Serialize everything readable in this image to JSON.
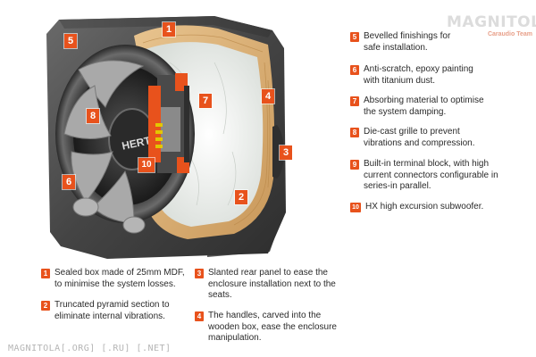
{
  "watermark": {
    "brand": "MAGNITOLA",
    "tagline": "Caraudio Team"
  },
  "footer": {
    "text": "MAGNITOLA[.ORG] [.RU] [.NET]"
  },
  "illustration": {
    "brand_label": "HERTZ"
  },
  "markers": [
    "1",
    "2",
    "3",
    "4",
    "5",
    "6",
    "7",
    "8",
    "10"
  ],
  "callouts": {
    "c1": {
      "num": "1",
      "text": "Sealed box made of 25mm MDF, to minimise the system losses."
    },
    "c2": {
      "num": "2",
      "text": "Truncated pyramid section to eliminate internal vibrations."
    },
    "c3": {
      "num": "3",
      "text": "Slanted rear panel to ease the enclosure installation next to the seats."
    },
    "c4": {
      "num": "4",
      "text": "The handles, carved into the wooden box, ease the enclosure manipulation."
    },
    "c5": {
      "num": "5",
      "text": "Bevelled finishings for safe installation."
    },
    "c6": {
      "num": "6",
      "text": "Anti-scratch, epoxy painting with titanium dust."
    },
    "c7": {
      "num": "7",
      "text": "Absorbing material to optimise the system damping."
    },
    "c8": {
      "num": "8",
      "text": "Die-cast grille to prevent vibrations and compression."
    },
    "c9": {
      "num": "9",
      "text": "Built-in terminal block, with high current connectors configurable in series-in parallel."
    },
    "c10": {
      "num": "10",
      "text": "HX high excursion subwoofer."
    }
  },
  "colors": {
    "accent": "#e8521c",
    "box_dark": "#3f3f3f",
    "mdf": "#d9b27a",
    "foam": "#eef1ef"
  }
}
